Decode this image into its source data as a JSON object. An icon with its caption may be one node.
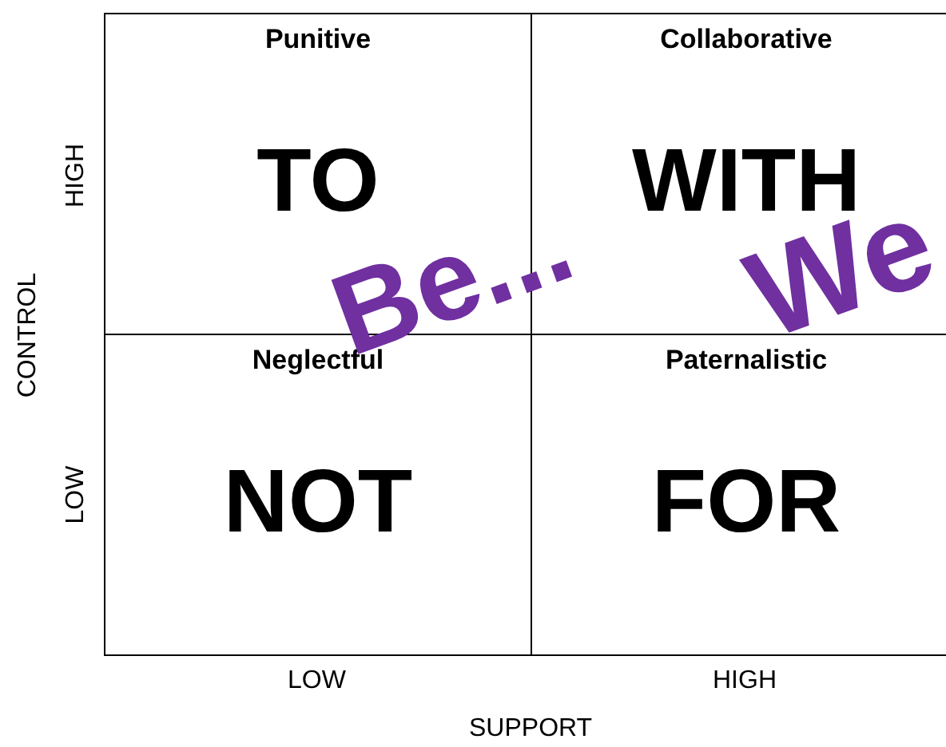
{
  "diagram": {
    "nodes": [
      {
        "text": [
          "Punitive",
          "TO"
        ]
      },
      {
        "text": [
          "Collaborative",
          "WITH"
        ]
      },
      {
        "text": [
          "Neglectful",
          "NOT"
        ]
      },
      {
        "text": [
          "Paternalistic",
          "FOR"
        ]
      }
    ],
    "labels": [
      "HIGH",
      "CONTROL",
      "LOW",
      "Be...",
      "We",
      "LOW",
      "HIGH",
      "SUPPORT"
    ]
  }
}
